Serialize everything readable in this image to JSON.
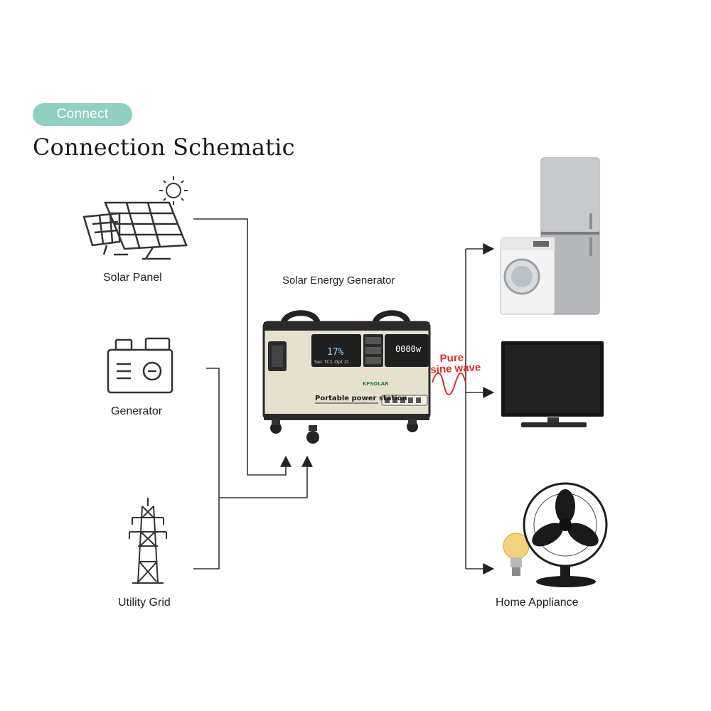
{
  "header": {
    "tag": "Connect",
    "title": "Connection Schematic"
  },
  "sources": {
    "solar": "Solar Panel",
    "generator": "Generator",
    "grid": "Utility Grid"
  },
  "center": {
    "label": "Solar Energy Generator",
    "screen_left_percent": "17%",
    "screen_left_sub": "5ec TC1   Opt 2l",
    "screen_right_value": "0000w",
    "brand": "KFSOLAR",
    "caption": "Portable power station"
  },
  "waveform": {
    "line1": "Pure",
    "line2": "sine wave"
  },
  "loads": {
    "home": "Home Appliance"
  },
  "colors": {
    "accent": "#8fd0c2",
    "wire": "#333333",
    "wave": "#e32a2a",
    "device_body": "#e6e0cf"
  },
  "icons": [
    "sun-icon",
    "solar-panel-icon",
    "generator-icon",
    "transmission-tower-icon",
    "refrigerator-icon",
    "washing-machine-icon",
    "tv-icon",
    "fan-icon",
    "light-bulb-icon"
  ]
}
